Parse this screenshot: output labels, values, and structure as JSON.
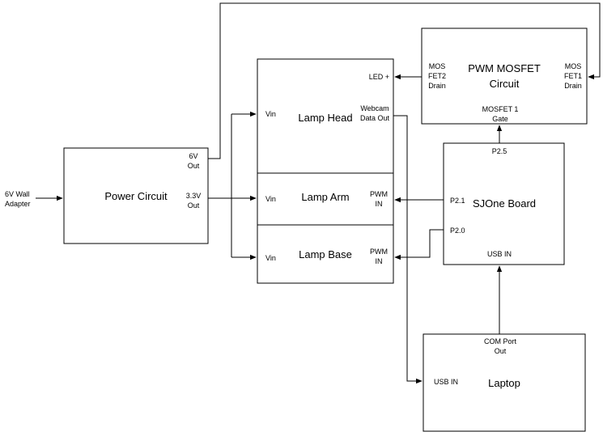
{
  "blocks": {
    "power_circuit": {
      "title": "Power Circuit",
      "out_6v": [
        "6V",
        "Out"
      ],
      "out_3v3": [
        "3.3V",
        "Out"
      ]
    },
    "wall_adapter": {
      "label": [
        "6V Wall",
        "Adapter"
      ]
    },
    "lamp_head": {
      "title": "Lamp Head",
      "vin": "Vin",
      "led_plus": "LED +",
      "webcam": [
        "Webcam",
        "Data Out"
      ]
    },
    "lamp_arm": {
      "title": "Lamp Arm",
      "vin": "Vin",
      "pwm_in": [
        "PWM",
        "IN"
      ]
    },
    "lamp_base": {
      "title": "Lamp Base",
      "vin": "Vin",
      "pwm_in": [
        "PWM",
        "IN"
      ]
    },
    "pwm_mosfet": {
      "title": [
        "PWM MOSFET",
        "Circuit"
      ],
      "fet2": [
        "MOS",
        "FET2",
        "Drain"
      ],
      "fet1": [
        "MOS",
        "FET1",
        "Drain"
      ],
      "gate": [
        "MOSFET 1",
        "Gate"
      ]
    },
    "sjone": {
      "title": "SJOne Board",
      "p25": "P2.5",
      "p21": "P2.1",
      "p20": "P2.0",
      "usb_in": "USB IN"
    },
    "laptop": {
      "title": "Laptop",
      "usb_in": "USB IN",
      "com_port": [
        "COM Port",
        "Out"
      ]
    }
  }
}
